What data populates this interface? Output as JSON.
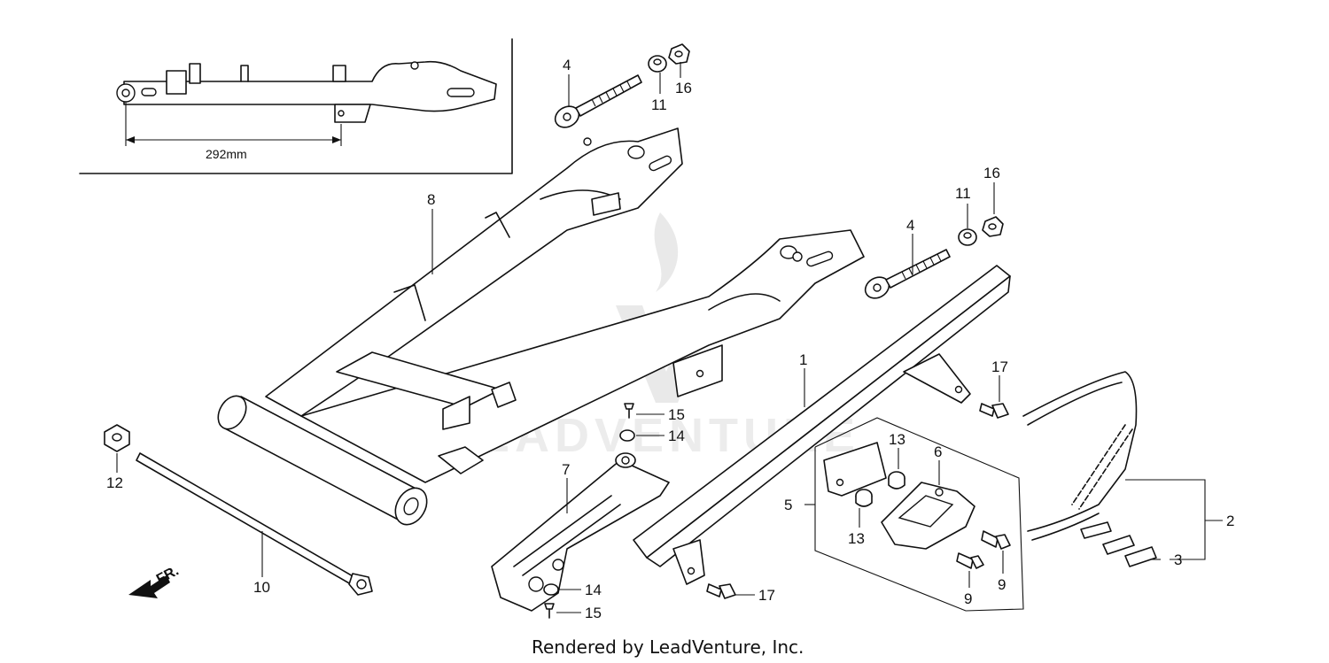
{
  "diagram": {
    "credit": "Rendered by LeadVenture, Inc.",
    "watermark": "LEADVENTURE",
    "inset_dimension": "292mm",
    "direction_label": "FR.",
    "callouts": {
      "c1": "1",
      "c2": "2",
      "c3": "3",
      "c4a": "4",
      "c4b": "4",
      "c5": "5",
      "c6": "6",
      "c7": "7",
      "c8": "8",
      "c9a": "9",
      "c9b": "9",
      "c10": "10",
      "c11a": "11",
      "c11b": "11",
      "c12": "12",
      "c13a": "13",
      "c13b": "13",
      "c14a": "14",
      "c14b": "14",
      "c15a": "15",
      "c15b": "15",
      "c16a": "16",
      "c16b": "16",
      "c17a": "17",
      "c17b": "17"
    }
  }
}
